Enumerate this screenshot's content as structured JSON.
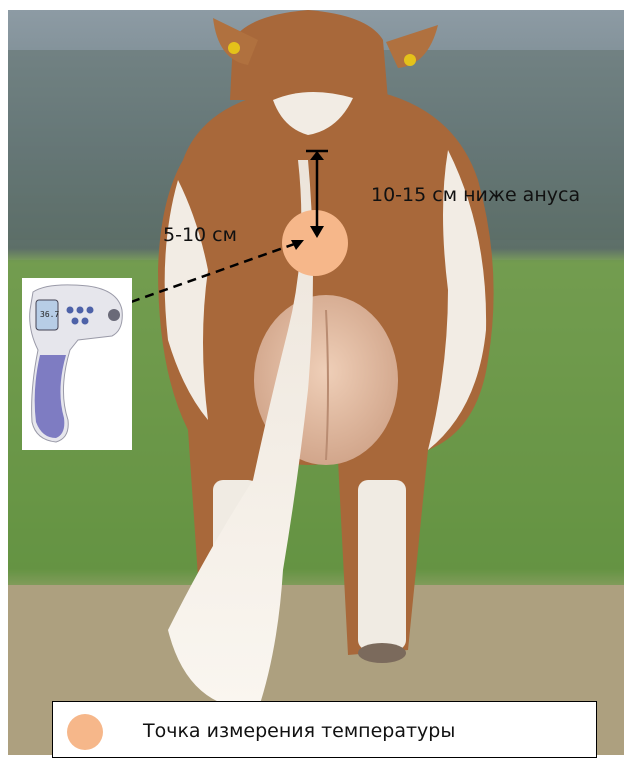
{
  "annotations": {
    "distance_below_anus": "10-15 см ниже ануса",
    "distance_side": "5-10 см"
  },
  "legend": {
    "label": "Точка измерения температуры",
    "color": "#f6b78a"
  },
  "colors": {
    "measurement_point": "#f6b78a",
    "cow_brown": "#a8683a",
    "cow_white": "#f2ece4",
    "grass": "#6f9a4f",
    "sky_trees": "#7f8f99",
    "thermometer_body": "#e6e6ec",
    "thermometer_grip": "#7e7cc2"
  },
  "icons": {
    "thermometer": "infrared-thermometer-icon"
  }
}
